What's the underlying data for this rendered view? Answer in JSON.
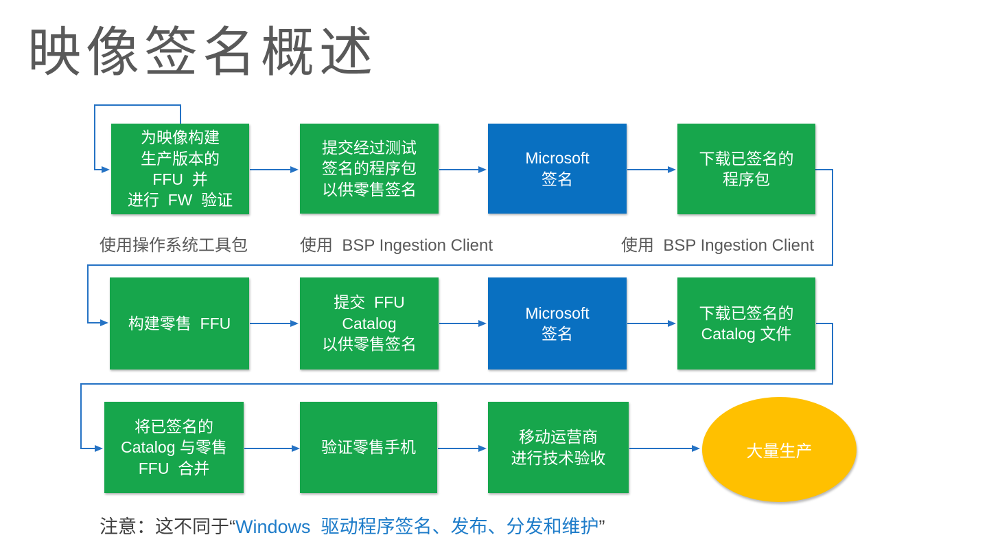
{
  "title": "映像签名概述",
  "colors": {
    "box_green": "#17A64C",
    "box_blue": "#0970C1",
    "ellipse_yellow": "#FFC000",
    "connector_blue": "#2472C4",
    "link_blue": "#1E7CC9",
    "text_gray": "#595959"
  },
  "flow": {
    "rows": [
      {
        "boxes": [
          {
            "lines": [
              "为映像构建",
              "生产版本的",
              "FFU  并",
              "进行  FW  验证"
            ]
          },
          {
            "lines": [
              "提交经过测试",
              "签名的程序包",
              "以供零售签名"
            ]
          },
          {
            "lines": [
              "Microsoft",
              "签名"
            ]
          },
          {
            "lines": [
              "下载已签名的",
              "程序包"
            ]
          }
        ]
      },
      {
        "boxes": [
          {
            "lines": [
              "构建零售  FFU"
            ]
          },
          {
            "lines": [
              "提交  FFU",
              "Catalog",
              "以供零售签名"
            ]
          },
          {
            "lines": [
              "Microsoft",
              "签名"
            ]
          },
          {
            "lines": [
              "下载已签名的",
              "Catalog 文件"
            ]
          }
        ]
      },
      {
        "boxes": [
          {
            "lines": [
              "将已签名的",
              "Catalog 与零售",
              "FFU  合并"
            ]
          },
          {
            "lines": [
              "验证零售手机"
            ]
          },
          {
            "lines": [
              "移动运营商",
              "进行技术验收"
            ]
          }
        ]
      }
    ],
    "captions": [
      "使用操作系统工具包",
      "使用  BSP Ingestion Client",
      "使用  BSP Ingestion Client"
    ],
    "terminal": {
      "label": "大量生产"
    }
  },
  "note": {
    "prefix": "注意：这不同于“",
    "link": "Windows  驱动程序签名、发布、分发和维护",
    "suffix": "”"
  }
}
